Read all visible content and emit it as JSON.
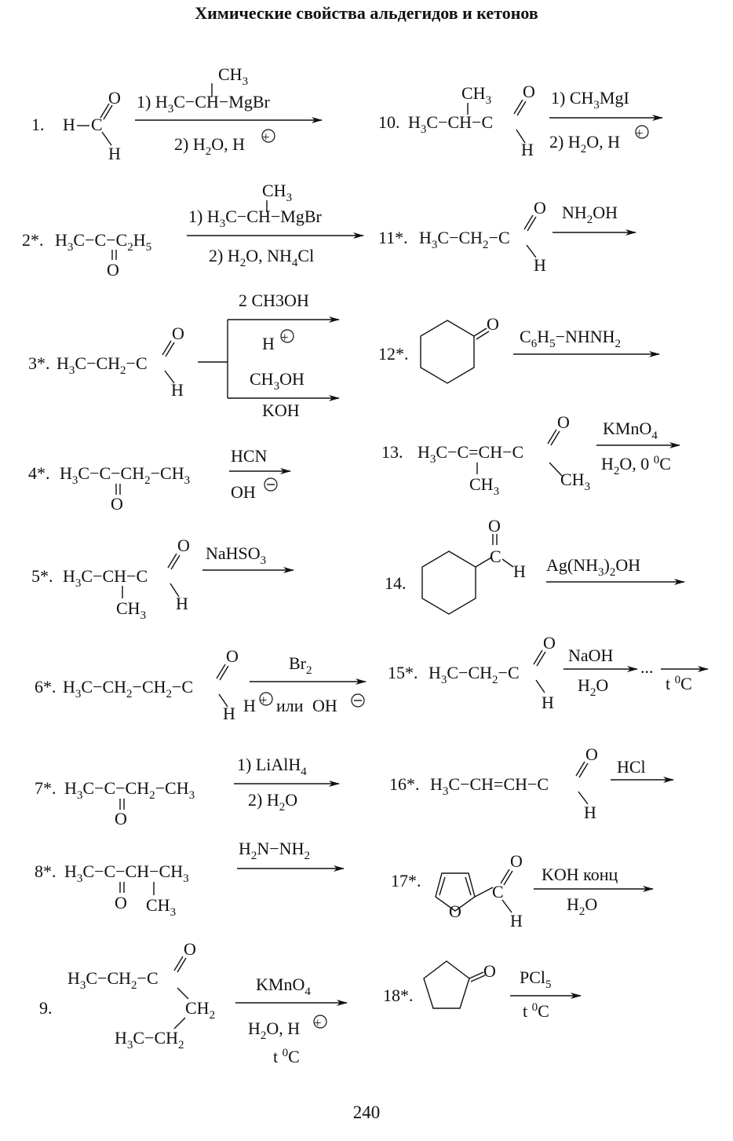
{
  "title": "Химические свойства альдегидов и кетонов",
  "page_number": "240",
  "reactions": [
    {
      "num": "1.",
      "above": "1) H3C−CH−MgBr (CH3)",
      "below": "2) H2O, H+"
    },
    {
      "num": "2*.",
      "above": "1) H3C−CH−MgBr (CH3)",
      "below": "2) H2O, NH4Cl"
    },
    {
      "num": "3*.",
      "branch1_above": "2 CH3OH",
      "branch1_below": "H+",
      "branch2_above": "CH3OH",
      "branch2_below": "KOH"
    },
    {
      "num": "4*.",
      "above": "HCN",
      "below": "OH−"
    },
    {
      "num": "5*.",
      "above": "NaHSO3",
      "below": ""
    },
    {
      "num": "6*.",
      "above": "Br2",
      "below": "H+ или OH−"
    },
    {
      "num": "7*.",
      "above": "1) LiAlH4",
      "below": "2) H2O"
    },
    {
      "num": "8*.",
      "above": "H2N−NH2",
      "below": ""
    },
    {
      "num": "9.",
      "above": "KMnO4",
      "below": "H2O, H+",
      "below2": "t 0C"
    },
    {
      "num": "10.",
      "above": "1) CH3MgI",
      "below": "2) H2O, H+"
    },
    {
      "num": "11*.",
      "above": "NH2OH",
      "below": ""
    },
    {
      "num": "12*.",
      "above": "C6H5−NHNH2",
      "below": ""
    },
    {
      "num": "13.",
      "above": "KMnO4",
      "below": "H2O, 0 0C"
    },
    {
      "num": "14.",
      "above": "Ag(NH3)2OH",
      "below": ""
    },
    {
      "num": "15*.",
      "above": "NaOH",
      "below": "H2O",
      "dots": "...",
      "above2": "",
      "below2": "t 0C"
    },
    {
      "num": "16*.",
      "above": "HCl",
      "below": ""
    },
    {
      "num": "17*.",
      "above": "KOH конц",
      "below": "H2O"
    },
    {
      "num": "18*.",
      "above": "PCl5",
      "below": "t 0C"
    }
  ],
  "labels": {
    "or": "или",
    "konc": "конц"
  }
}
